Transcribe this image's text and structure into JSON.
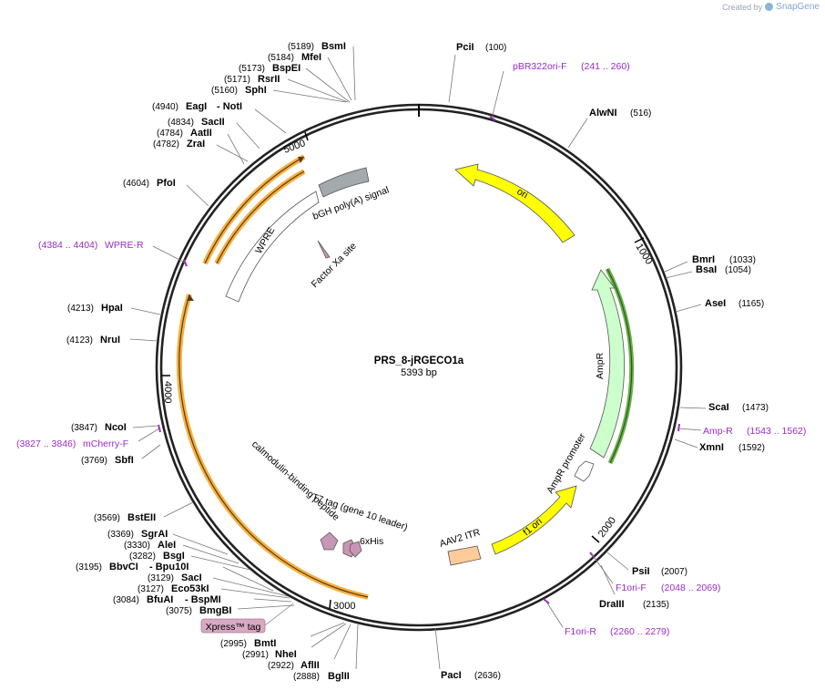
{
  "credit": {
    "created_by": "Created by",
    "brand": "SnapGene"
  },
  "plasmid": {
    "name": "PRS_8-jRGECO1a",
    "length": "5393 bp"
  },
  "ticks": [
    "1000",
    "2000",
    "3000",
    "4000",
    "5000"
  ],
  "sites": [
    {
      "name": "PciI",
      "pos": "(100)"
    },
    {
      "name": "AlwNI",
      "pos": "(516)"
    },
    {
      "name": "BmrI",
      "pos": "(1033)"
    },
    {
      "name": "BsaI",
      "pos": "(1054)"
    },
    {
      "name": "AseI",
      "pos": "(1165)"
    },
    {
      "name": "ScaI",
      "pos": "(1473)"
    },
    {
      "name": "XmnI",
      "pos": "(1592)"
    },
    {
      "name": "PsiI",
      "pos": "(2007)"
    },
    {
      "name": "DraIII",
      "pos": "(2135)"
    },
    {
      "name": "PacI",
      "pos": "(2636)"
    },
    {
      "name": "BglII",
      "pos": "(2888)"
    },
    {
      "name": "AflII",
      "pos": "(2922)"
    },
    {
      "name": "NheI",
      "pos": "(2991)"
    },
    {
      "name": "BmtI",
      "pos": "(2995)"
    },
    {
      "name": "BmgBI",
      "pos": "(3075)"
    },
    {
      "name": "BfuAI",
      "pos": "(3084)",
      "extra": "- BspMI"
    },
    {
      "name": "Eco53kI",
      "pos": "(3127)"
    },
    {
      "name": "SacI",
      "pos": "(3129)"
    },
    {
      "name": "BbvCI",
      "pos": "(3195)",
      "extra": "- Bpu10I"
    },
    {
      "name": "BsgI",
      "pos": "(3282)"
    },
    {
      "name": "AleI",
      "pos": "(3330)"
    },
    {
      "name": "SgrAI",
      "pos": "(3369)"
    },
    {
      "name": "BstEII",
      "pos": "(3569)"
    },
    {
      "name": "SbfI",
      "pos": "(3769)"
    },
    {
      "name": "NcoI",
      "pos": "(3847)"
    },
    {
      "name": "NruI",
      "pos": "(4123)"
    },
    {
      "name": "HpaI",
      "pos": "(4213)"
    },
    {
      "name": "PfoI",
      "pos": "(4604)"
    },
    {
      "name": "ZraI",
      "pos": "(4782)"
    },
    {
      "name": "AatII",
      "pos": "(4784)"
    },
    {
      "name": "SacII",
      "pos": "(4834)"
    },
    {
      "name": "EagI",
      "pos": "(4940)",
      "extra": "- NotI"
    },
    {
      "name": "SphI",
      "pos": "(5160)"
    },
    {
      "name": "RsrII",
      "pos": "(5171)"
    },
    {
      "name": "BspEI",
      "pos": "(5173)"
    },
    {
      "name": "MfeI",
      "pos": "(5184)"
    },
    {
      "name": "BsmI",
      "pos": "(5189)"
    }
  ],
  "primers": [
    {
      "name": "pBR322ori-F",
      "pos": "(241 .. 260)"
    },
    {
      "name": "Amp-R",
      "pos": "(1543 .. 1562)"
    },
    {
      "name": "F1ori-F",
      "pos": "(2048 .. 2069)"
    },
    {
      "name": "F1ori-R",
      "pos": "(2260 .. 2279)"
    },
    {
      "name": "mCherry-F",
      "pos": "(3827 .. 3846)"
    },
    {
      "name": "WPRE-R",
      "pos": "(4384 .. 4404)"
    }
  ],
  "features": {
    "ori": "ori",
    "ampr": "AmpR",
    "ampr_promoter": "AmpR promoter",
    "f1_ori": "f1 ori",
    "aav2_itr": "AAV2 ITR",
    "wpre": "WPRE",
    "bgh": "bGH poly(A) signal",
    "factor_xa": "Factor Xa site",
    "calmodulin": "calmodulin-binding peptide",
    "t7_tag": "T7 tag (gene 10 leader)",
    "his": "6xHis",
    "xpress": "Xpress™ tag"
  },
  "colors": {
    "ori": "#ffff00",
    "ampr": "#ccffcc",
    "primer": "#9b2bc9",
    "orf_outline": "#f5b041",
    "bgh": "#a4a9ad",
    "aav2_itr": "#ffcc99",
    "tag": "#c896b4"
  }
}
